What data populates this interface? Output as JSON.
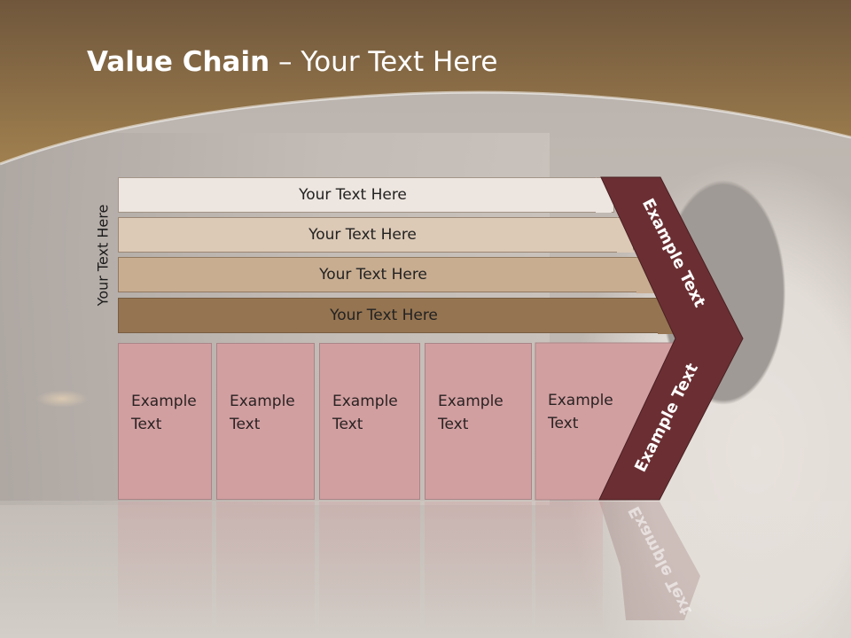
{
  "title": {
    "bold": "Value Chain",
    "rest": " – Your Text Here"
  },
  "side_label": "Your Text Here",
  "bars": [
    {
      "label": "Your Text Here",
      "color": "#ede5df"
    },
    {
      "label": "Your Text Here",
      "color": "#dcc9b6"
    },
    {
      "label": "Your Text Here",
      "color": "#c8ad91"
    },
    {
      "label": "Your Text Here",
      "color": "#957451"
    }
  ],
  "boxes": [
    {
      "line1": "Example",
      "line2": "Text"
    },
    {
      "line1": "Example",
      "line2": "Text"
    },
    {
      "line1": "Example",
      "line2": "Text"
    },
    {
      "line1": "Example",
      "line2": "Text"
    },
    {
      "line1": "Example",
      "line2": "Text"
    }
  ],
  "chevron": {
    "upper": "Example Text",
    "lower": "Example Text",
    "color": "#6b2f33"
  },
  "colors": {
    "header": "#9a784f",
    "box": "#d29fa1"
  }
}
